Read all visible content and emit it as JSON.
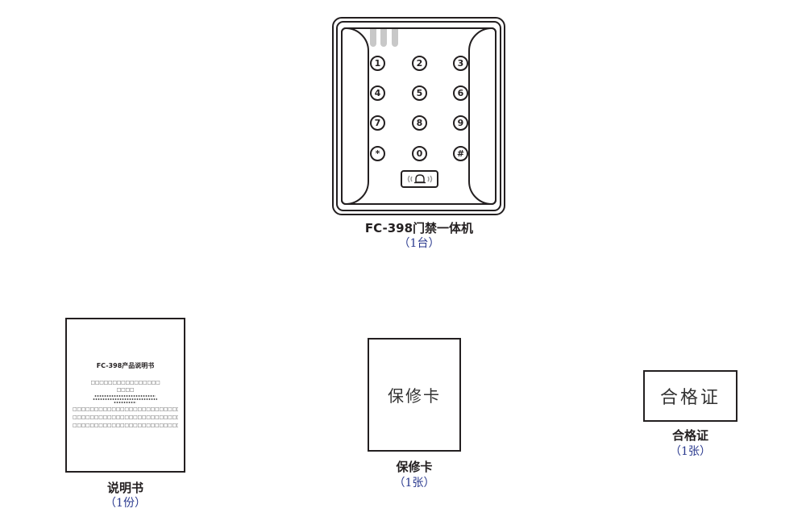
{
  "device": {
    "name": "FC-398门禁一体机",
    "qty": "（1台）",
    "keys": [
      "1",
      "2",
      "3",
      "4",
      "5",
      "6",
      "7",
      "8",
      "9",
      "*",
      "0",
      "#"
    ],
    "bell_icon": "bell-icon",
    "led_count": 3
  },
  "manual": {
    "cover_title": "FC-398产品说明书",
    "cover_line1": "□□□□□□□□□□□□□□□□",
    "cover_line2": "□□□□",
    "body_lines": [
      "□□□□□□□□□□□□□□□□□□□□□□□□□□□□",
      "□□□□□□□□□□□□□□□□□□□□□□□□□□□□",
      "□□□□□□□□□□□□□□□□□□□□□□□□□□□□"
    ],
    "name": "说明书",
    "qty": "（1份）"
  },
  "warranty": {
    "card_text": "保修卡",
    "name": "保修卡",
    "qty": "（1张）"
  },
  "certificate": {
    "card_text": "合格证",
    "name": "合格证",
    "qty": "（1张）"
  },
  "colors": {
    "line": "#231f20",
    "qty_text": "#2b3a8f",
    "led": "#c8c8c8"
  }
}
